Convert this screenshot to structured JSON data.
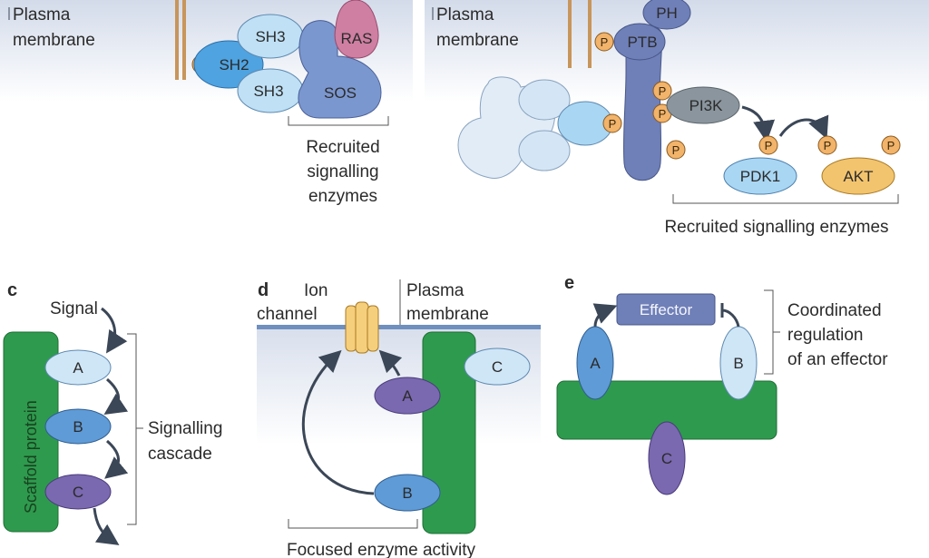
{
  "panel_a": {
    "membrane_label": [
      "Plasma",
      "membrane"
    ],
    "domains": {
      "sh3_top": "SH3",
      "sh2": "SH2",
      "sh3_bottom": "SH3",
      "ras": "RAS",
      "sos": "SOS",
      "phospho": "P"
    },
    "recruited_label": [
      "Recruited",
      "signalling",
      "enzymes"
    ]
  },
  "panel_b": {
    "membrane_label": [
      "Plasma",
      "membrane"
    ],
    "domains": {
      "ph": "PH",
      "ptb": "PTB",
      "pi3k": "PI3K",
      "pdk1": "PDK1",
      "akt": "AKT",
      "phospho": "P"
    },
    "recruited_label": "Recruited signalling enzymes"
  },
  "panel_c": {
    "letter": "c",
    "signal_label": "Signal",
    "scaffold_label": "Scaffold protein",
    "nodes": [
      "A",
      "B",
      "C"
    ],
    "cascade_label": [
      "Signalling",
      "cascade"
    ]
  },
  "panel_d": {
    "letter": "d",
    "ion_channel_label": [
      "Ion",
      "channel"
    ],
    "membrane_label": [
      "Plasma",
      "membrane"
    ],
    "nodes": [
      "A",
      "B",
      "C"
    ],
    "focused_label": "Focused enzyme activity"
  },
  "panel_e": {
    "letter": "e",
    "effector_label": "Effector",
    "nodes": [
      "A",
      "B",
      "C"
    ],
    "coordinated_label": [
      "Coordinated",
      "regulation",
      "of an effector"
    ]
  },
  "colors": {
    "membrane_bg": "#dde4f0",
    "scaffold_green": "#2e9a4e",
    "receptor_blue": "#6f7fb8",
    "light_blue": "#cfe6f7",
    "mid_blue": "#5f9bd6",
    "purple": "#7a68b0",
    "ras_pink": "#c9799c",
    "pi3k_grey": "#8a959d",
    "akt_orange": "#f3c46e",
    "phospho_orange": "#f2b36a",
    "ion_channel_yellow": "#f6cf7c"
  }
}
